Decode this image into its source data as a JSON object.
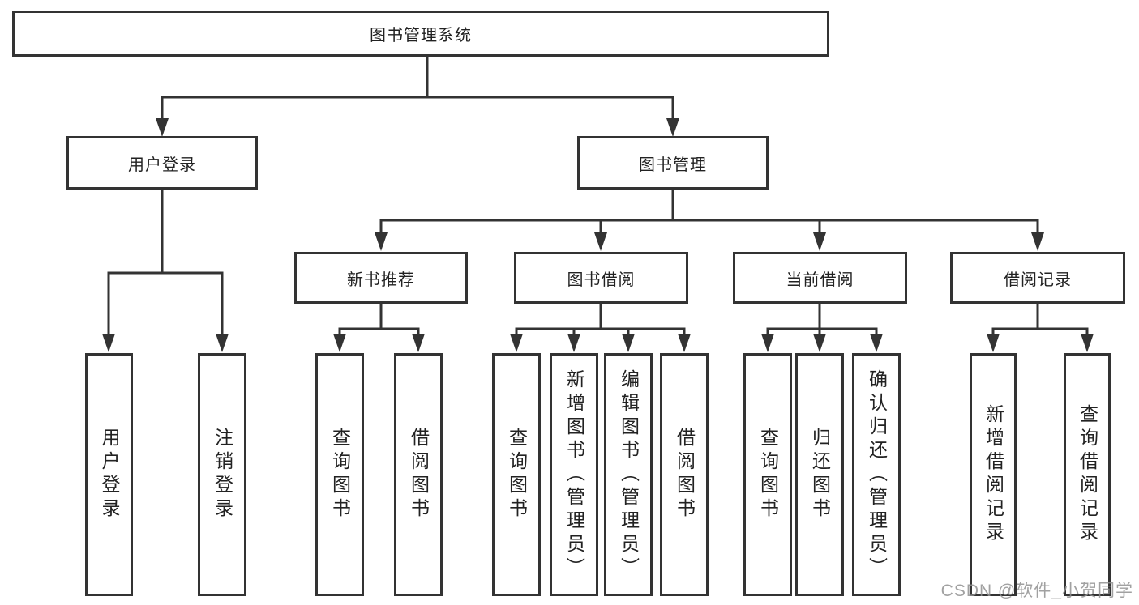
{
  "diagram": {
    "nodes": {
      "root": "图书管理系统",
      "user_login_branch": "用户登录",
      "book_mgmt_branch": "图书管理",
      "user_login_leaf": "用户登录",
      "logout_leaf": "注销登录",
      "new_book_rec": "新书推荐",
      "book_borrow": "图书借阅",
      "current_borrow": "当前借阅",
      "borrow_records": "借阅记录",
      "rec_query_books": "查询图书",
      "rec_borrow_books": "借阅图书",
      "bb_query_books": "查询图书",
      "bb_add_books": "新增图书（管理员）",
      "bb_edit_books": "编辑图书（管理员）",
      "bb_borrow_books": "借阅图书",
      "cb_query_books": "查询图书",
      "cb_return_books": "归还图书",
      "cb_confirm_return": "确认归还（管理员）",
      "br_add_record": "新增借阅记录",
      "br_query_record": "查询借阅记录"
    },
    "colors": {
      "line": "#333333",
      "box_background": "#ffffff",
      "text": "#222222",
      "watermark": "#919191"
    }
  },
  "watermark": "CSDN @软件_小贺同学"
}
